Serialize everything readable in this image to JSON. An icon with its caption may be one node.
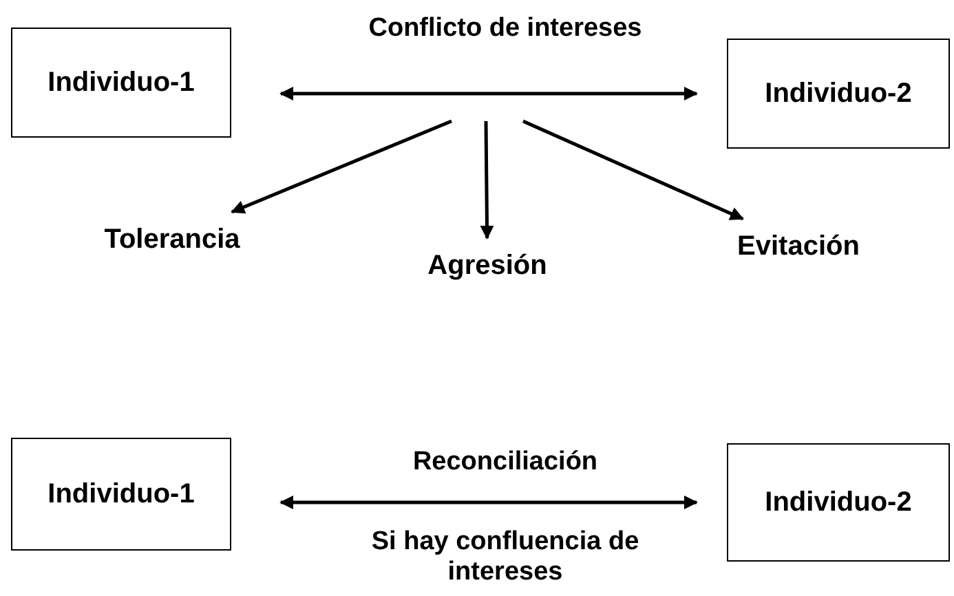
{
  "diagram": {
    "nodes": [
      {
        "text": [
          "Individuo-1"
        ]
      },
      {
        "text": [
          "Individuo-2"
        ]
      },
      {
        "text": [
          "Tolerancia"
        ]
      },
      {
        "text": [
          "Agresión"
        ]
      },
      {
        "text": [
          "Evitación"
        ]
      },
      {
        "text": [
          "Individuo-1"
        ]
      },
      {
        "text": [
          "Individuo-2"
        ]
      }
    ],
    "edges": [
      {
        "from": 0,
        "to": 1,
        "arrow": "both",
        "label": "Conflicto de intereses"
      },
      {
        "from": null,
        "to": 2,
        "arrow": "to"
      },
      {
        "from": null,
        "to": 3,
        "arrow": "to"
      },
      {
        "from": null,
        "to": 4,
        "arrow": "to"
      },
      {
        "from": 5,
        "to": 6,
        "arrow": "both",
        "label": "Reconciliación"
      }
    ],
    "labels": [
      "Si hay confluencia de intereses"
    ]
  }
}
